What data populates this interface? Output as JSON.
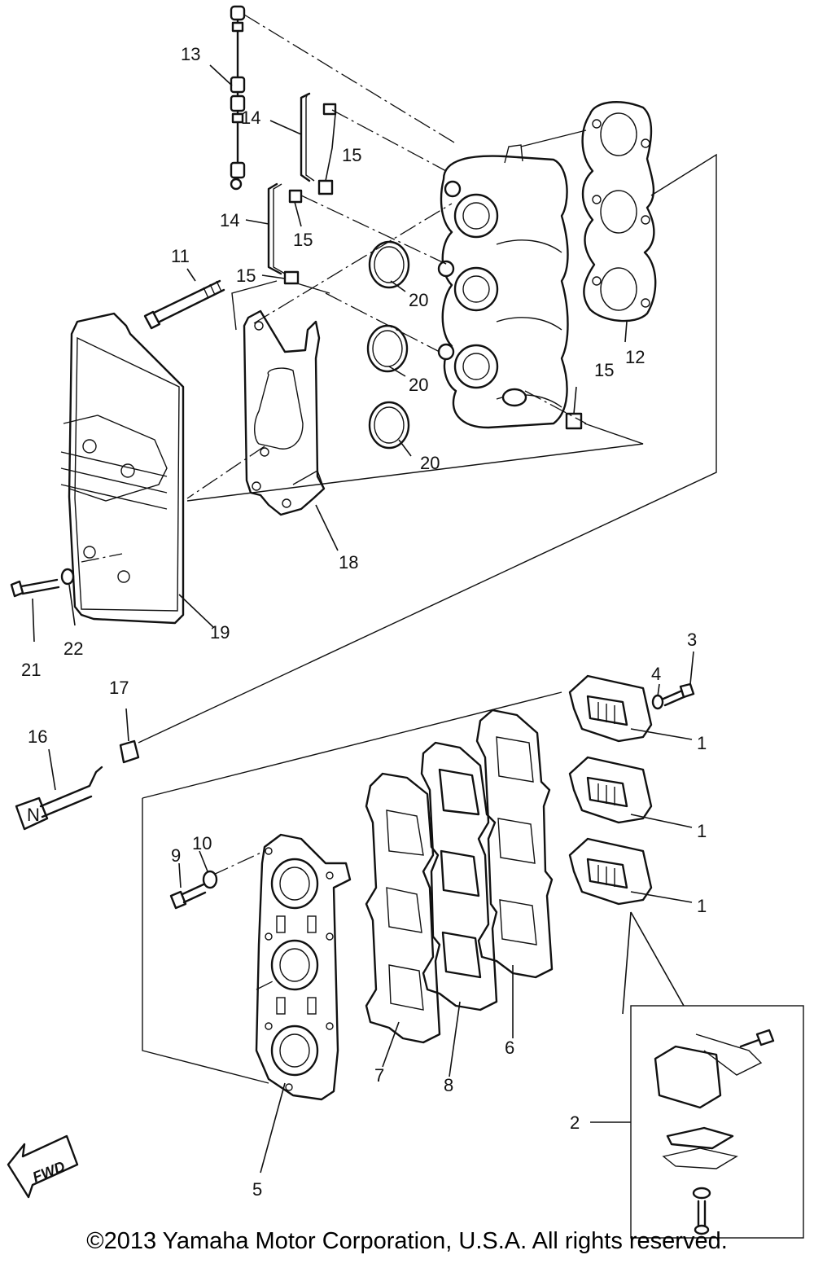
{
  "diagram": {
    "callouts": [
      {
        "id": "c1a",
        "text": "1"
      },
      {
        "id": "c1b",
        "text": "1"
      },
      {
        "id": "c1c",
        "text": "1"
      },
      {
        "id": "c2",
        "text": "2"
      },
      {
        "id": "c3",
        "text": "3"
      },
      {
        "id": "c4",
        "text": "4"
      },
      {
        "id": "c5",
        "text": "5"
      },
      {
        "id": "c6",
        "text": "6"
      },
      {
        "id": "c7",
        "text": "7"
      },
      {
        "id": "c8",
        "text": "8"
      },
      {
        "id": "c9",
        "text": "9"
      },
      {
        "id": "c10",
        "text": "10"
      },
      {
        "id": "c11",
        "text": "11"
      },
      {
        "id": "c12",
        "text": "12"
      },
      {
        "id": "c13",
        "text": "13"
      },
      {
        "id": "c14a",
        "text": "14"
      },
      {
        "id": "c14b",
        "text": "14"
      },
      {
        "id": "c15a",
        "text": "15"
      },
      {
        "id": "c15b",
        "text": "15"
      },
      {
        "id": "c15c",
        "text": "15"
      },
      {
        "id": "c15d",
        "text": "15"
      },
      {
        "id": "c16",
        "text": "16"
      },
      {
        "id": "c17",
        "text": "17"
      },
      {
        "id": "c18",
        "text": "18"
      },
      {
        "id": "c19",
        "text": "19"
      },
      {
        "id": "c20a",
        "text": "20"
      },
      {
        "id": "c20b",
        "text": "20"
      },
      {
        "id": "c20c",
        "text": "20"
      },
      {
        "id": "c21",
        "text": "21"
      },
      {
        "id": "c22",
        "text": "22"
      }
    ],
    "fwd_label": "FWD",
    "knob_label": "N",
    "copyright": "©2013 Yamaha Motor Corporation, U.S.A. All rights reserved."
  }
}
